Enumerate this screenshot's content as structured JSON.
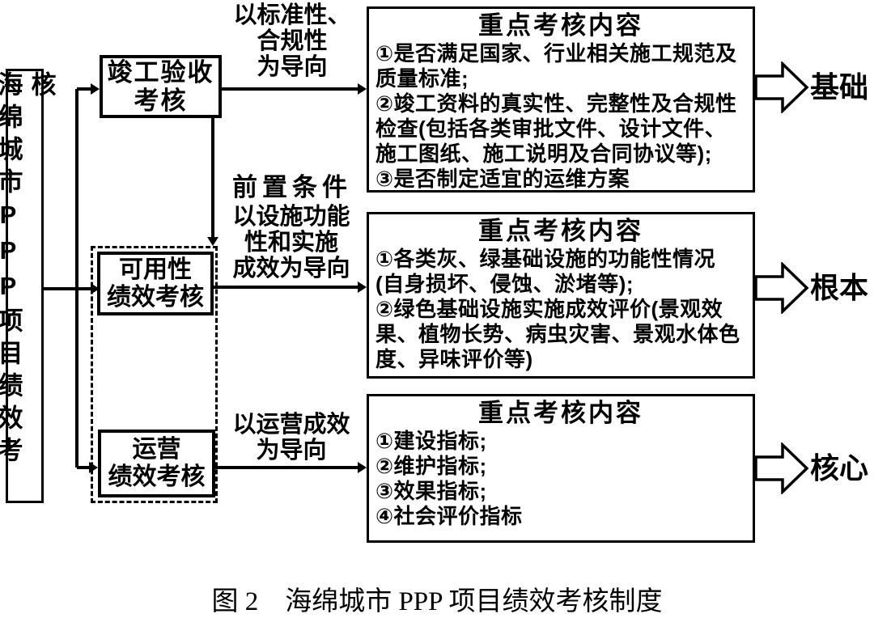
{
  "diagram": {
    "root": {
      "label": "海绵城市PPP项目绩效考核"
    },
    "precondition_label": "前置条件",
    "branches": [
      {
        "node_lines": [
          "竣工验收",
          "考核"
        ],
        "orientation_lines": [
          "以标准性、",
          "合规性",
          "为导向"
        ],
        "content": {
          "title": "重点考核内容",
          "lines": [
            "①是否满足国家、行业相关施工规范及",
            "质量标准;",
            "②竣工资料的真实性、完整性及合规性",
            "检查(包括各类审批文件、设计文件、",
            "施工图纸、施工说明及合同协议等);",
            "③是否制定适宜的运维方案"
          ]
        },
        "result": "基础"
      },
      {
        "node_lines": [
          "可用性",
          "绩效考核"
        ],
        "orientation_lines": [
          "以设施功能",
          "性和实施",
          "成效为导向"
        ],
        "content": {
          "title": "重点考核内容",
          "lines": [
            "①各类灰、绿基础设施的功能性情况",
            "(自身损坏、侵蚀、淤堵等);",
            "②绿色基础设施实施成效评价(景观效",
            "果、植物长势、病虫灾害、景观水体色",
            "度、异味评价等)"
          ]
        },
        "result": "根本"
      },
      {
        "node_lines": [
          "运营",
          "绩效考核"
        ],
        "orientation_lines": [
          "以运营成效",
          "为导向"
        ],
        "content": {
          "title": "重点考核内容",
          "lines": [
            "①建设指标;",
            "②维护指标;",
            "③效果指标;",
            "④社会评价指标"
          ]
        },
        "result": "核心"
      }
    ],
    "caption": "图 2　海绵城市 PPP 项目绩效考核制度",
    "colors": {
      "line": "#000000",
      "background": "#ffffff"
    }
  }
}
